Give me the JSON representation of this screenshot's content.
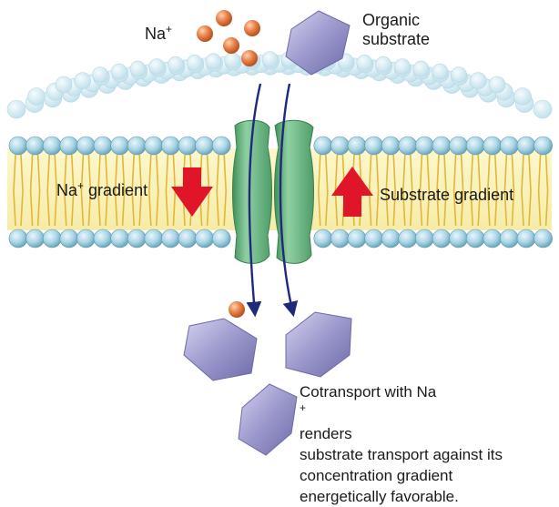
{
  "labels": {
    "na_top": {
      "base": "Na",
      "sup": "+"
    },
    "organic_substrate": [
      "Organic",
      "substrate"
    ],
    "na_gradient": {
      "base": "Na",
      "sup": "+",
      "rest": " gradient"
    },
    "substrate_gradient": "Substrate gradient",
    "caption": {
      "line1_pre": "Cotransport with Na",
      "line1_sup": "+",
      "line1_post": " renders",
      "lines": [
        "substrate transport against its",
        "concentration gradient",
        "energetically favorable."
      ]
    }
  },
  "colors": {
    "sodium_ion": "#e07a40",
    "substrate": "#9b98cc",
    "transporter": "#5ea876",
    "gradient_arrow": "#e0152a",
    "transport_path": "#1f2a7a",
    "lipid_head": "#a9d4e4",
    "membrane_core": "#fbf4bf"
  },
  "icons": {
    "na_ion": "orange-sphere",
    "substrate": "purple-hexagon",
    "transporter": "green-channel-protein",
    "gradient_down": "red-down-arrow",
    "gradient_up": "red-up-arrow"
  }
}
